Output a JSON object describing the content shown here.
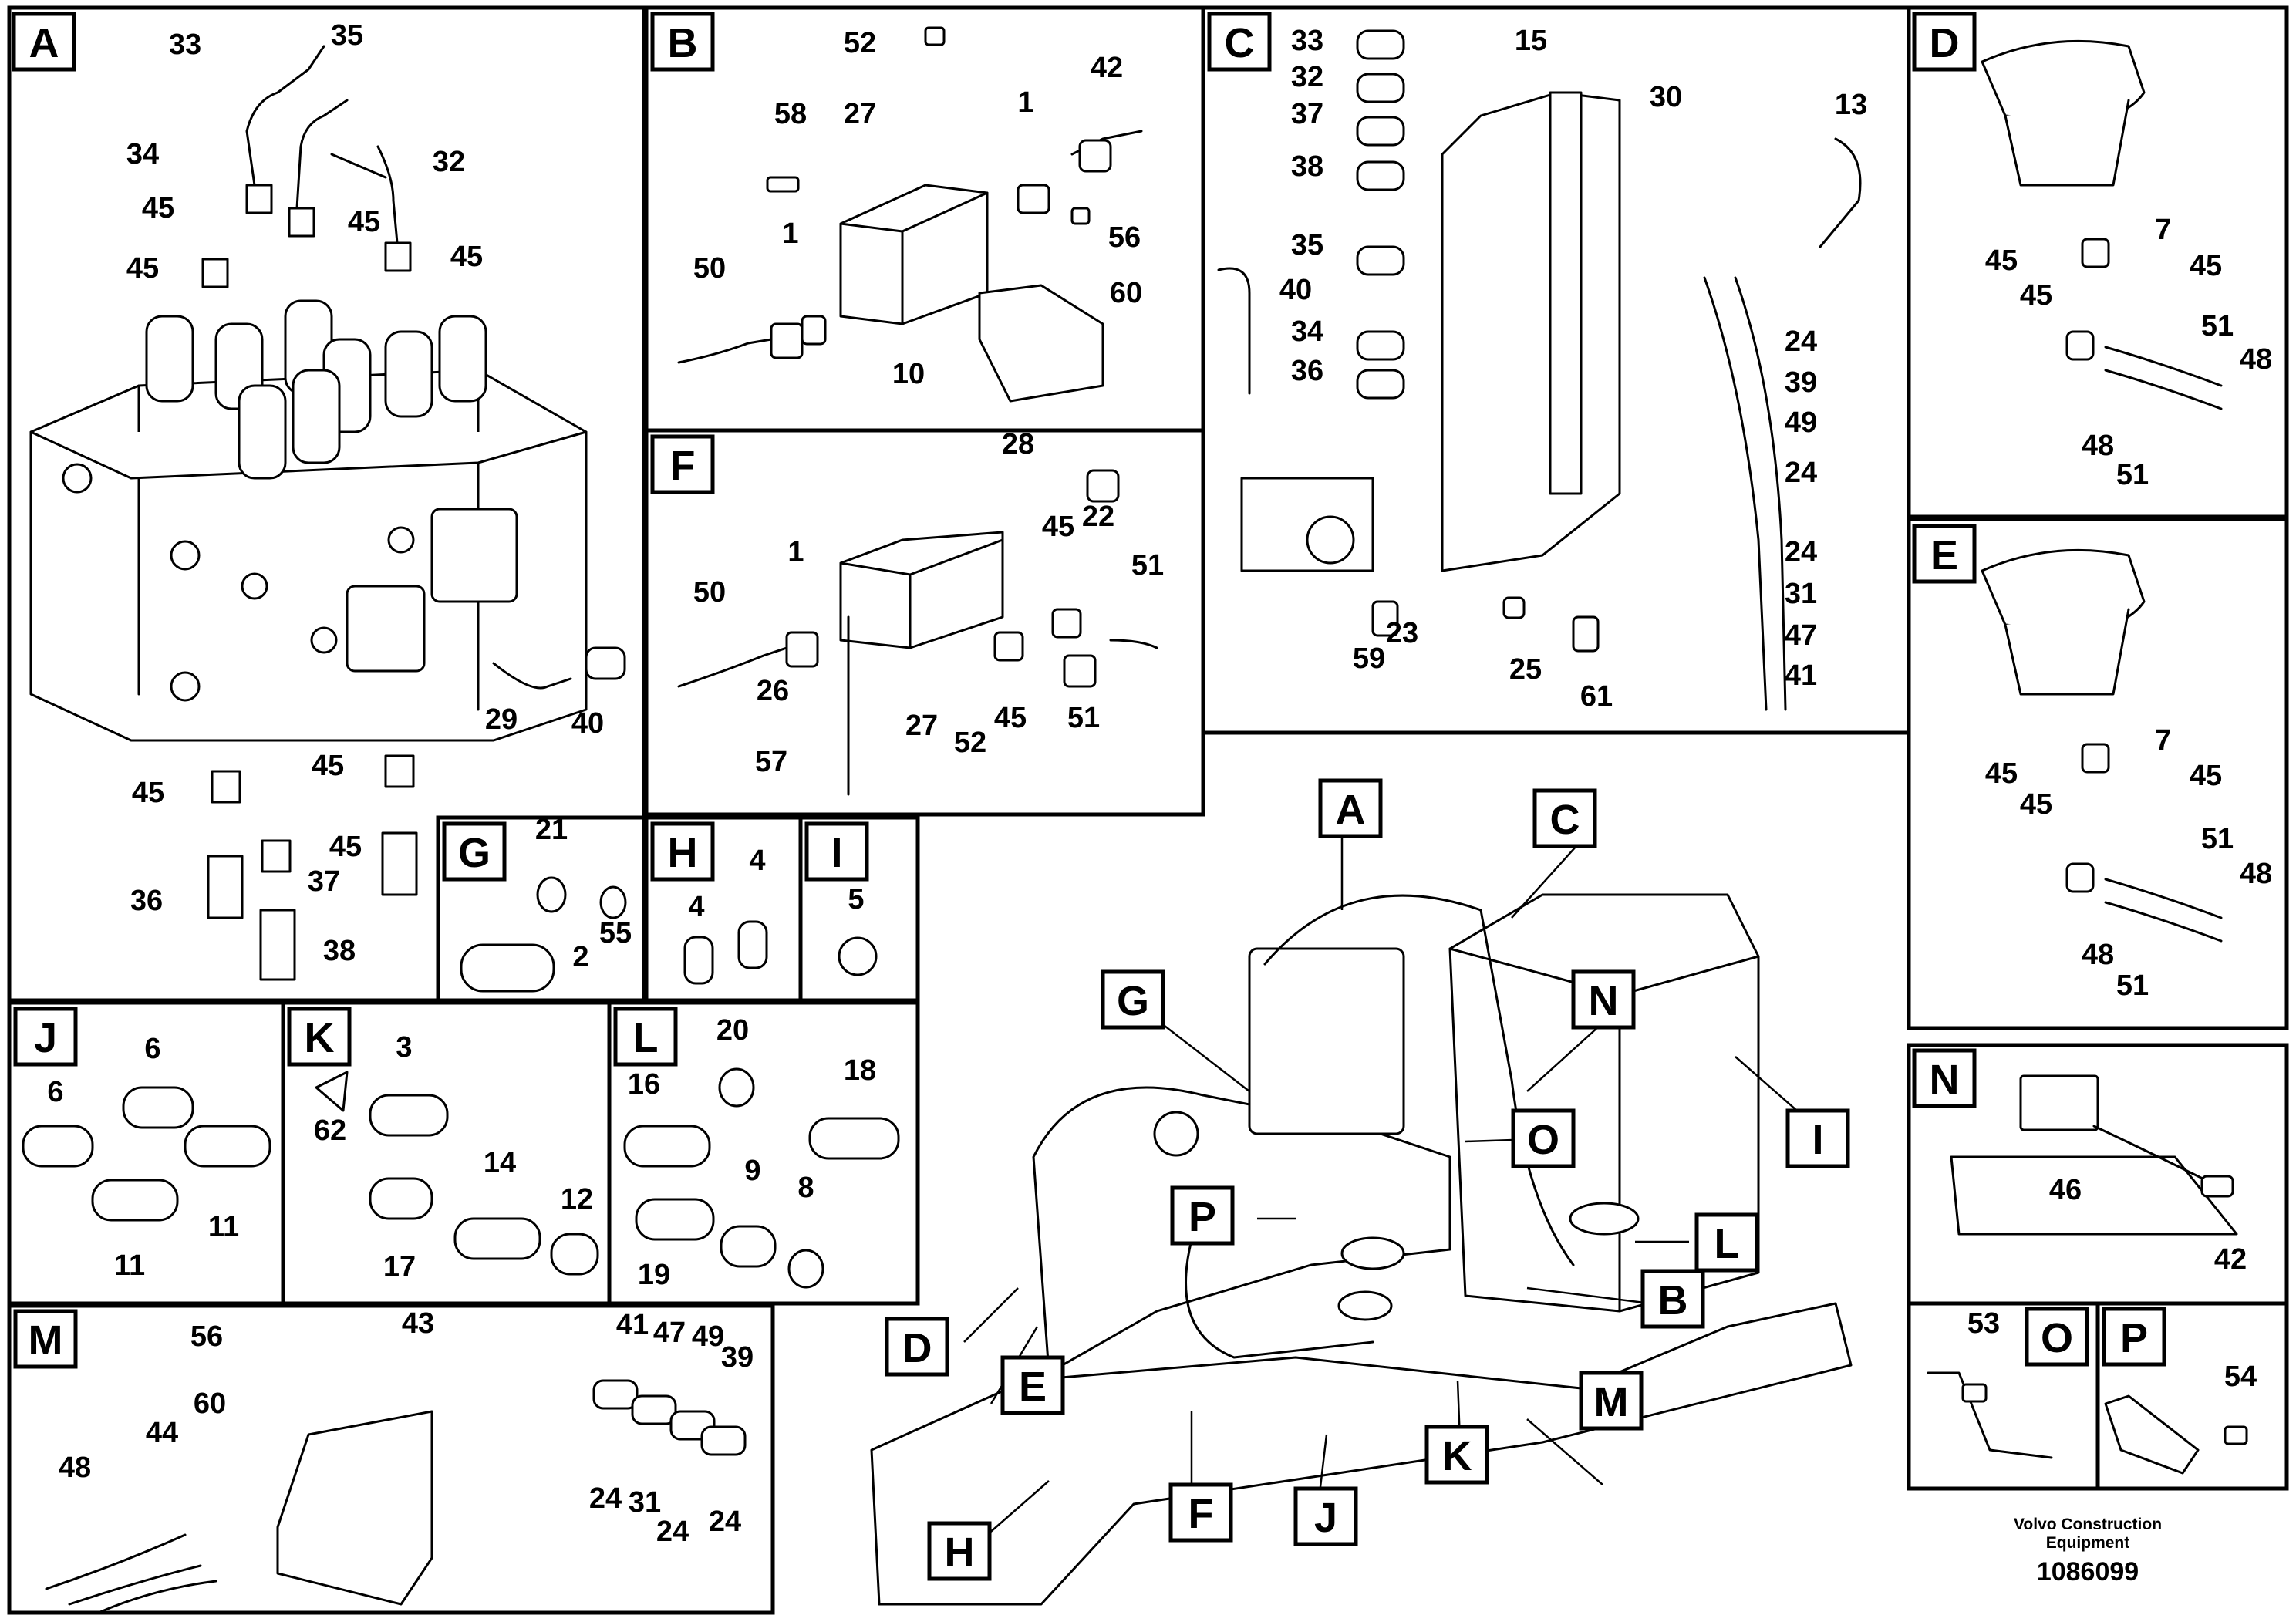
{
  "panels": [
    {
      "id": "A",
      "label": "A"
    },
    {
      "id": "B",
      "label": "B"
    },
    {
      "id": "C",
      "label": "C"
    },
    {
      "id": "D",
      "label": "D"
    },
    {
      "id": "E",
      "label": "E"
    },
    {
      "id": "F",
      "label": "F"
    },
    {
      "id": "G",
      "label": "G"
    },
    {
      "id": "H",
      "label": "H"
    },
    {
      "id": "I",
      "label": "I"
    },
    {
      "id": "J",
      "label": "J"
    },
    {
      "id": "K",
      "label": "K"
    },
    {
      "id": "L",
      "label": "L"
    },
    {
      "id": "M",
      "label": "M"
    },
    {
      "id": "N",
      "label": "N"
    },
    {
      "id": "O",
      "label": "O"
    },
    {
      "id": "P",
      "label": "P"
    }
  ],
  "part_labels": {
    "A": [
      "33",
      "35",
      "34",
      "32",
      "45",
      "45",
      "45",
      "45",
      "45",
      "45",
      "45",
      "36",
      "37",
      "38",
      "29",
      "40"
    ],
    "B": [
      "52",
      "27",
      "58",
      "1",
      "42",
      "1",
      "56",
      "50",
      "60",
      "10"
    ],
    "C": [
      "33",
      "15",
      "32",
      "37",
      "30",
      "13",
      "38",
      "35",
      "40",
      "34",
      "36",
      "24",
      "39",
      "49",
      "24",
      "24",
      "31",
      "47",
      "41",
      "59",
      "23",
      "25",
      "61"
    ],
    "D": [
      "7",
      "45",
      "45",
      "45",
      "51",
      "48",
      "48",
      "51"
    ],
    "E": [
      "7",
      "45",
      "45",
      "45",
      "51",
      "48",
      "48",
      "51"
    ],
    "F": [
      "28",
      "45",
      "22",
      "51",
      "1",
      "50",
      "26",
      "27",
      "52",
      "45",
      "51",
      "57"
    ],
    "G": [
      "21",
      "55",
      "2"
    ],
    "H": [
      "4",
      "4"
    ],
    "I": [
      "5"
    ],
    "J": [
      "6",
      "6",
      "11",
      "11"
    ],
    "K": [
      "3",
      "62",
      "14",
      "12",
      "17"
    ],
    "L": [
      "20",
      "16",
      "18",
      "9",
      "8",
      "19"
    ],
    "M": [
      "56",
      "43",
      "41",
      "47",
      "49",
      "39",
      "60",
      "44",
      "48",
      "24",
      "31",
      "24",
      "24"
    ],
    "N": [
      "46",
      "42"
    ],
    "O": [
      "53"
    ],
    "P": [
      "54"
    ]
  },
  "footer": {
    "brand_line1": "Volvo Construction",
    "brand_line2": "Equipment",
    "doc_number": "1086099"
  }
}
